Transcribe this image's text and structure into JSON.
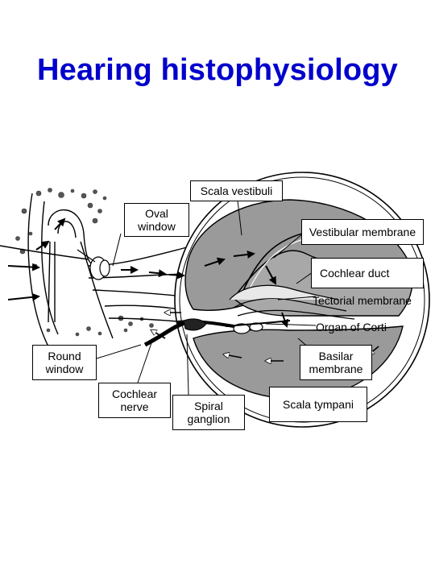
{
  "title": "Hearing histophysiology",
  "labels": {
    "scala_vestibuli": "Scala vestibuli",
    "oval_window": "Oval\nwindow",
    "vestibular_membrane": "Vestibular membrane",
    "cochlear_duct": "Cochlear duct",
    "tectorial_membrane": "Tectorial membrane",
    "organ_of_corti": "Organ of Corti",
    "round_window": "Round\nwindow",
    "basilar_membrane": "Basilar\nmembrane",
    "cochlear_nerve": "Cochlear\nnerve",
    "spiral_ganglion": "Spiral\nganglion",
    "scala_tympani": "Scala tympani"
  }
}
